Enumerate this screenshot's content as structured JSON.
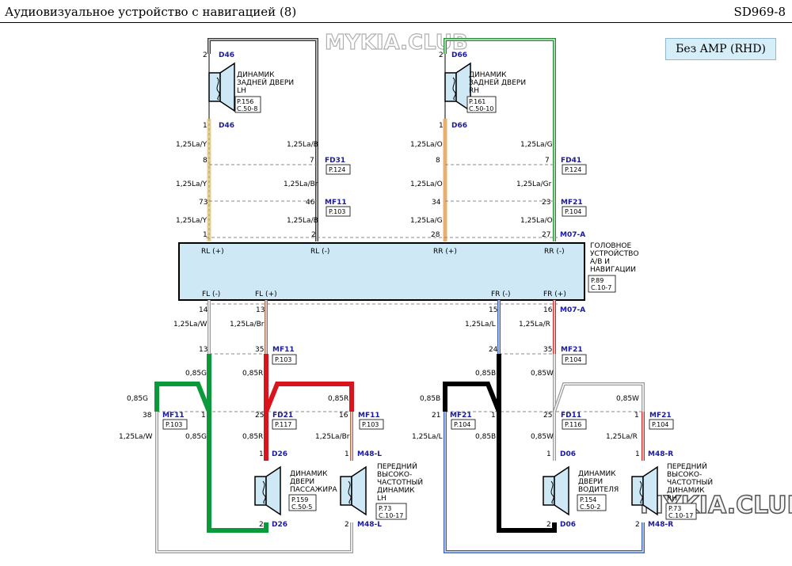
{
  "header": {
    "title": "Аудиовизуальное устройство с навигацией (8)",
    "code": "SD969-8"
  },
  "variant_label": "Без AMP (RHD)",
  "watermark": "MYKIA.CLUB",
  "speakers": {
    "rear_lh": {
      "lines": [
        "ДИНАМИК",
        "ЗАДНЕЙ ДВЕРИ",
        "LH"
      ],
      "ref": [
        "P.156",
        "C.50-8"
      ],
      "conn": "D46",
      "pin_top": "2",
      "pin_bottom": "1"
    },
    "rear_rh": {
      "lines": [
        "ДИНАМИК",
        "ЗАДНЕЙ ДВЕРИ",
        "RH"
      ],
      "ref": [
        "P.161",
        "C.50-10"
      ],
      "conn": "D66",
      "pin_top": "2",
      "pin_bottom": "1"
    },
    "passenger": {
      "lines": [
        "ДИНАМИК",
        "ДВЕРИ",
        "ПАССАЖИРА"
      ],
      "ref": [
        "P.159",
        "C.50-5"
      ],
      "conn": "D26",
      "pin_top": "1",
      "pin_bottom": "2"
    },
    "tweeter_lh": {
      "lines": [
        "ПЕРЕДНИЙ",
        "ВЫСОКО-",
        "ЧАСТОТНЫЙ",
        "ДИНАМИК",
        "LH"
      ],
      "ref": [
        "P.73",
        "C.10-17"
      ],
      "conn": "M48-L",
      "pin_top": "1",
      "pin_bottom": "2"
    },
    "driver": {
      "lines": [
        "ДИНАМИК",
        "ДВЕРИ",
        "ВОДИТЕЛЯ"
      ],
      "ref": [
        "P.154",
        "C.50-2"
      ],
      "conn": "D06",
      "pin_top": "1",
      "pin_bottom": "2"
    },
    "tweeter_rh": {
      "lines": [
        "ПЕРЕДНИЙ",
        "ВЫСОКО-",
        "ЧАСТОТНЫЙ",
        "ДИНАМИК",
        "RH"
      ],
      "ref": [
        "P.73",
        "C.10-17"
      ],
      "conn": "M48-R",
      "pin_top": "1",
      "pin_bottom": "2"
    }
  },
  "head_unit": {
    "lines": [
      "ГОЛОВНОЕ",
      "УСТРОЙСТВО",
      "А/В И",
      "НАВИГАЦИИ"
    ],
    "ref": [
      "P.89",
      "C.10-7"
    ],
    "conn_top": "M07-A",
    "conn_bottom": "M07-A",
    "terms_top": [
      "RL (+)",
      "RL (-)",
      "RR (+)",
      "RR (-)"
    ],
    "terms_bottom": [
      "FL (-)",
      "FL (+)",
      "FR (-)",
      "FR (+)"
    ],
    "pins_top": [
      "1",
      "2",
      "28",
      "27"
    ],
    "pins_bottom": [
      "14",
      "13",
      "15",
      "16"
    ]
  },
  "connectors": {
    "fd31": {
      "name": "FD31",
      "ref": "P.124"
    },
    "mf11_top": {
      "name": "MF11",
      "ref": "P.103"
    },
    "fd41": {
      "name": "FD41",
      "ref": "P.124"
    },
    "mf21_top": {
      "name": "MF21",
      "ref": "P.104"
    },
    "mf11_mid": {
      "name": "MF11",
      "ref": "P.103"
    },
    "mf21_mid": {
      "name": "MF21",
      "ref": "P.104"
    },
    "mf11_left": {
      "name": "MF11",
      "ref": "P.103"
    },
    "fd21": {
      "name": "FD21",
      "ref": "P.117"
    },
    "mf11_right": {
      "name": "MF11",
      "ref": "P.103"
    },
    "mf21_left": {
      "name": "MF21",
      "ref": "P.104"
    },
    "fd11": {
      "name": "FD11",
      "ref": "P.116"
    },
    "mf21_right": {
      "name": "MF21",
      "ref": "P.104"
    }
  },
  "pins": {
    "fd31_a": "8",
    "fd31_b": "7",
    "mf11_a": "73",
    "mf11_b": "46",
    "fd41_a": "8",
    "fd41_b": "7",
    "mf21_a": "34",
    "mf21_b": "23",
    "mf11m_a": "13",
    "mf11m_b": "35",
    "mf21m_a": "24",
    "mf21m_b": "35",
    "l_38": "38",
    "l_1": "1",
    "l_25": "25",
    "l_16": "16",
    "r_21": "21",
    "r_1": "1",
    "r_25": "25",
    "r_1b": "1"
  },
  "wires": {
    "w1": "1,25La/Y",
    "w2": "1,25La/B",
    "w3": "1,25La/Y",
    "w4": "1,25La/Br",
    "w5": "1,25La/Y",
    "w6": "1,25La/B",
    "w7": "1,25La/O",
    "w8": "1,25La/G",
    "w9": "1,25La/O",
    "w10": "1,25La/Gr",
    "w11": "1,25La/G",
    "w12": "1,25La/O",
    "w13": "1,25La/W",
    "w14": "1,25La/Br",
    "w15": "1,25La/L",
    "w16": "1,25La/R",
    "w17": "0,85G",
    "w18": "0,85R",
    "w19": "0,85B",
    "w20": "0,85W",
    "w21": "0,85G",
    "w22": "0,85R",
    "w23": "0,85B",
    "w24": "0,85W",
    "w25": "1,25La/W",
    "w26": "0,85G",
    "w27": "0,85R",
    "w28": "1,25La/Br",
    "w29": "1,25La/L",
    "w30": "0,85B",
    "w31": "0,85W",
    "w32": "1,25La/R"
  },
  "colors": {
    "green": "#0a9a3c",
    "red": "#d8141c",
    "black": "#000000",
    "unit_fill": "#cfe8f6",
    "speaker_fill": "#cfe8f6",
    "conn_blue": "#1a1aa0"
  }
}
